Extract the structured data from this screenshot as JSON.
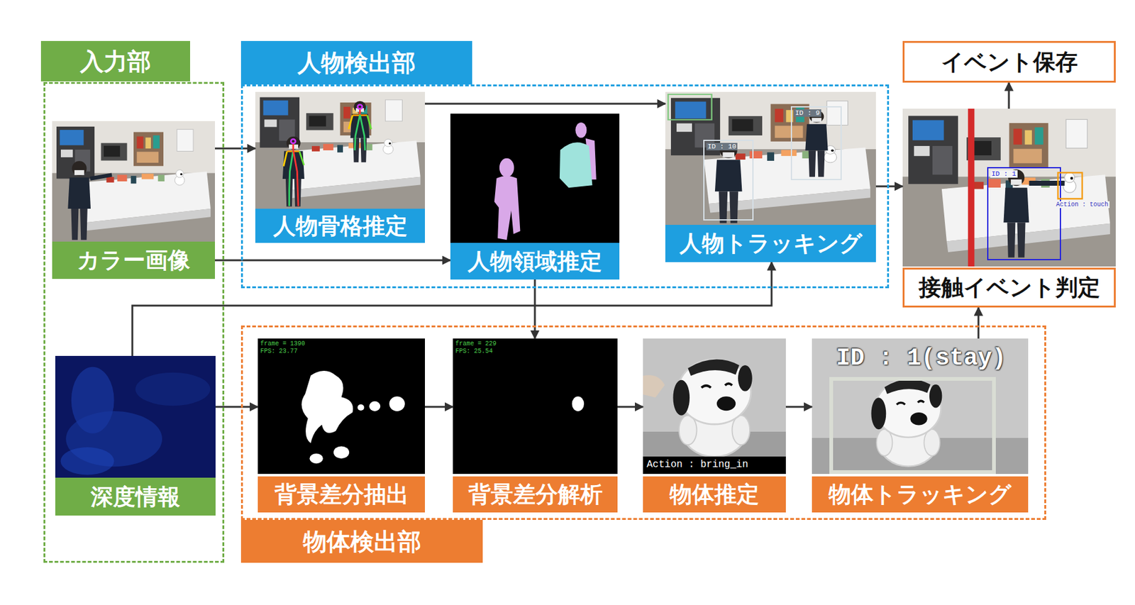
{
  "diagram": {
    "nodes": [
      {
        "text": [
          "入力部"
        ]
      },
      {
        "text": [
          "カラー画像"
        ],
        "in": 0
      },
      {
        "text": [
          "深度情報"
        ],
        "in": 0
      },
      {
        "text": [
          "人物検出部"
        ]
      },
      {
        "text": [
          "人物骨格推定"
        ],
        "in": 3
      },
      {
        "text": [
          "人物領域推定"
        ],
        "in": 3
      },
      {
        "text": [
          "人物トラッキング"
        ],
        "in": 3
      },
      {
        "text": [
          "イベント保存"
        ]
      },
      {
        "text": [
          "接触イベント判定"
        ]
      },
      {
        "text": [
          "物体検出部"
        ]
      },
      {
        "text": [
          "背景差分抽出"
        ],
        "in": 9
      },
      {
        "text": [
          "背景差分解析"
        ],
        "in": 9
      },
      {
        "text": [
          "物体推定"
        ],
        "in": 9
      },
      {
        "text": [
          "物体トラッキング"
        ],
        "in": 9
      }
    ],
    "edges": [
      {
        "from": 1,
        "to": 4,
        "arrow": "to"
      },
      {
        "from": 1,
        "to": 5,
        "arrow": "to"
      },
      {
        "from": 4,
        "to": 6,
        "arrow": "to"
      },
      {
        "from": 6,
        "to": 8,
        "arrow": "to"
      },
      {
        "from": 8,
        "to": 7,
        "arrow": "to"
      },
      {
        "from": 5,
        "to": 11,
        "arrow": "to"
      },
      {
        "from": 2,
        "to": 6,
        "arrow": "to"
      },
      {
        "from": 2,
        "to": 10,
        "arrow": "to"
      },
      {
        "from": 10,
        "to": 11,
        "arrow": "to"
      },
      {
        "from": 11,
        "to": 12,
        "arrow": "to"
      },
      {
        "from": 12,
        "to": 13,
        "arrow": "to"
      },
      {
        "from": 13,
        "to": 8,
        "arrow": "to"
      }
    ],
    "labels": [
      "frame = 1390",
      "FPS: 23.77",
      "frame = 229",
      "FPS: 25.54",
      "Action : bring_in",
      "ID : 1(stay)",
      "ID : 9",
      "ID : 10",
      "ID : 1",
      "Action : touch"
    ]
  }
}
